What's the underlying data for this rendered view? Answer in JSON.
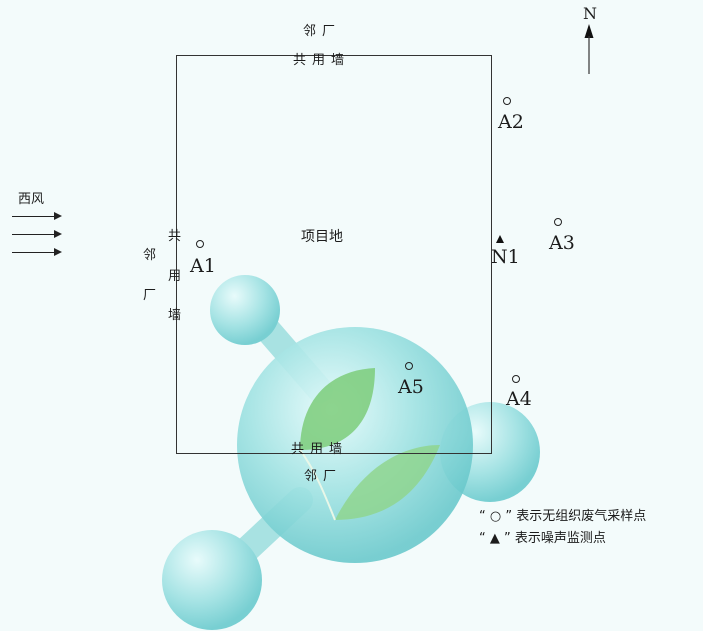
{
  "north_label": "N",
  "wind": {
    "label": "西风"
  },
  "site": {
    "label": "项目地",
    "top_wall_1": "邻厂",
    "top_wall_2": "共用墙",
    "bottom_wall_1": "共用墙",
    "bottom_wall_2": "邻厂",
    "left_wall_outer": [
      "邻",
      "厂"
    ],
    "left_wall_inner": [
      "共",
      "用",
      "墙"
    ]
  },
  "points": {
    "a1": "A1",
    "a2": "A2",
    "a3": "A3",
    "a4": "A4",
    "a5": "A5",
    "n1": "N1"
  },
  "legend": {
    "circle_text": "“ ○ ” 表示无组织废气采样点",
    "triangle_text": "“ ▲ ” 表示噪声监测点"
  },
  "colors": {
    "background": "#f3fbfb",
    "sphere": "#7fd8d8",
    "leaf": "#6cc36c",
    "line": "#333333"
  }
}
